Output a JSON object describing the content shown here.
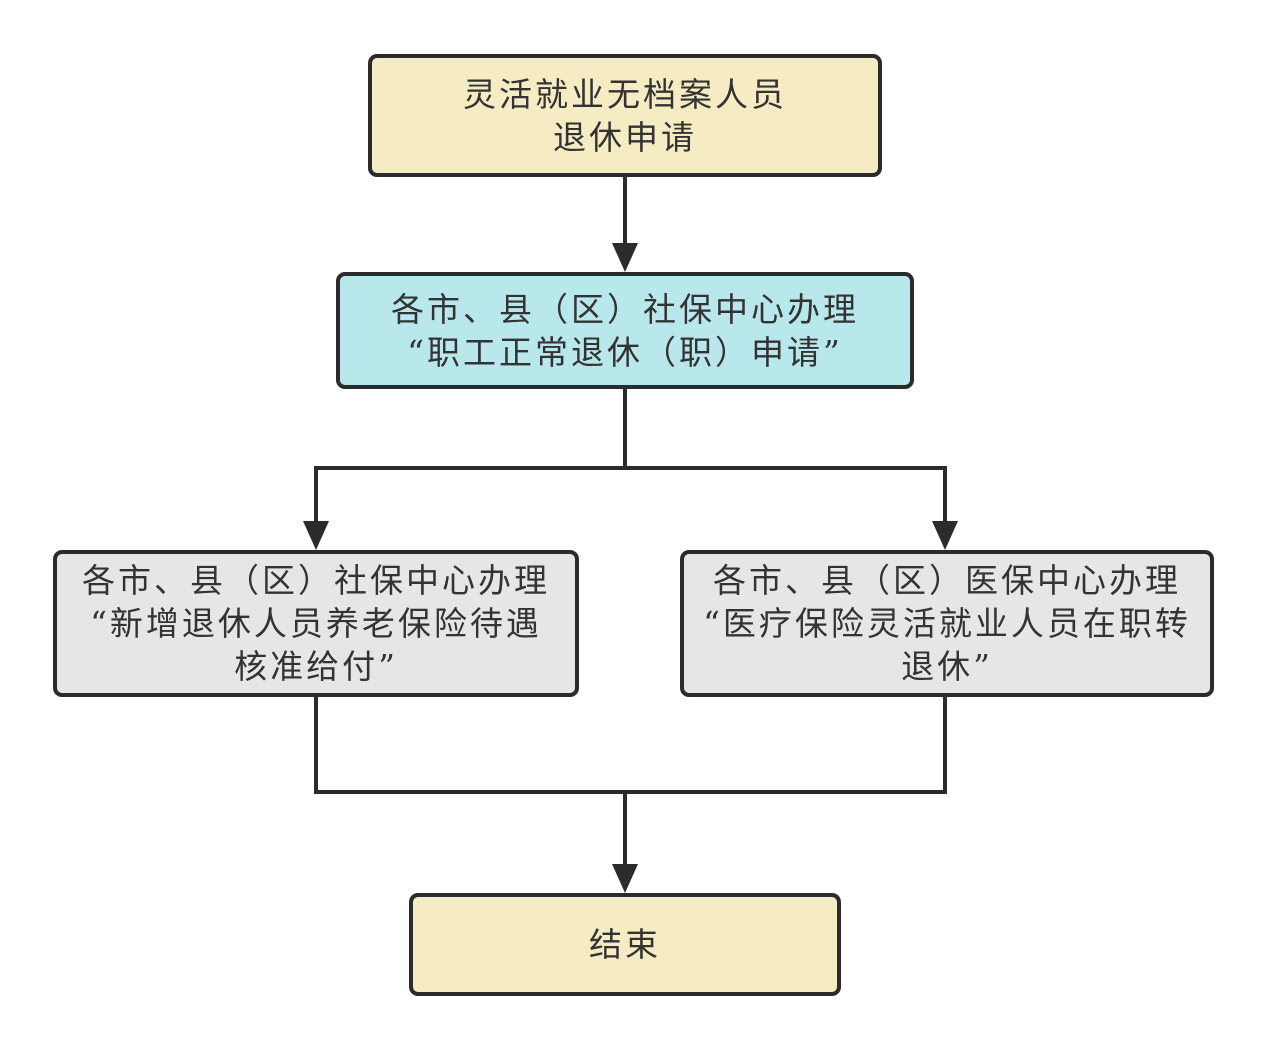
{
  "colors": {
    "start_end_fill": "#f5ecc3",
    "center_fill": "#b8e8eb",
    "branch_fill": "#e6e6e6",
    "stroke": "#2b2b2b",
    "text": "#333333"
  },
  "nodes": {
    "start": {
      "lines": [
        "灵活就业无档案人员",
        "退休申请"
      ]
    },
    "center": {
      "lines": [
        "各市、县（区）社保中心办理",
        "“职工正常退休（职）申请”"
      ]
    },
    "left": {
      "lines": [
        "各市、县（区）社保中心办理",
        "“新增退休人员养老保险待遇",
        "核准给付”"
      ]
    },
    "right": {
      "lines": [
        "各市、县（区）医保中心办理",
        "“医疗保险灵活就业人员在职转",
        "退休”"
      ]
    },
    "end": {
      "lines": [
        "结束"
      ]
    }
  },
  "edges": [
    {
      "from": "start",
      "to": "center"
    },
    {
      "from": "center",
      "to": "left"
    },
    {
      "from": "center",
      "to": "right"
    },
    {
      "from": "left",
      "to": "end"
    },
    {
      "from": "right",
      "to": "end"
    }
  ]
}
